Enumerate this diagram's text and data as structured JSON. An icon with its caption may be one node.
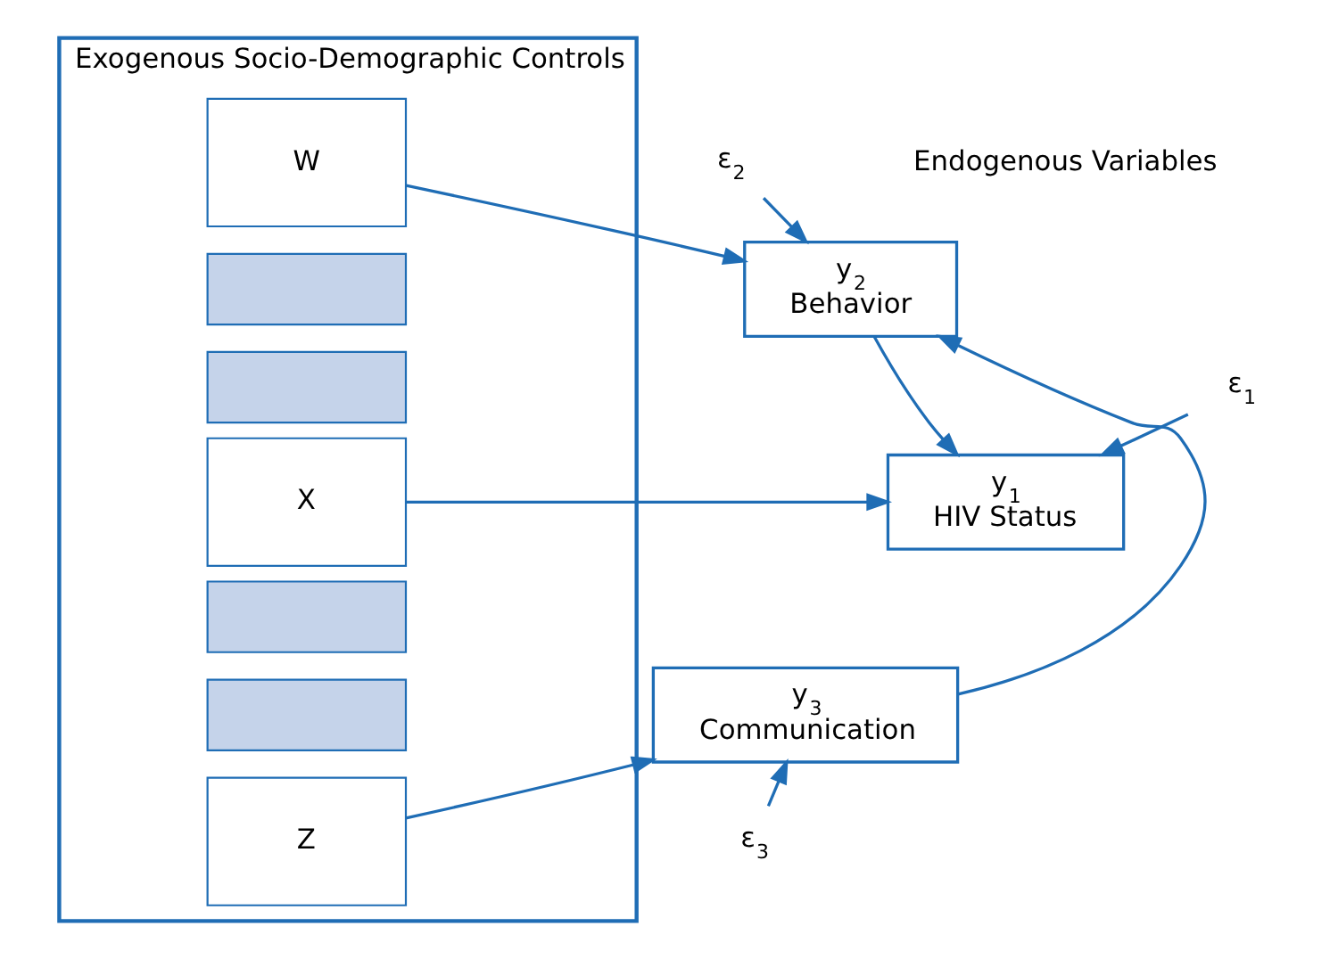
{
  "diagram": {
    "nodes": [
      {
        "text": [
          "Exogenous Socio-Demographic Controls"
        ]
      },
      {
        "text": [
          "W"
        ],
        "in": 0
      },
      {
        "text": [],
        "shape": "bar",
        "in": 0
      },
      {
        "text": [],
        "shape": "bar",
        "in": 0
      },
      {
        "text": [
          "X"
        ],
        "in": 0
      },
      {
        "text": [],
        "shape": "bar",
        "in": 0
      },
      {
        "text": [],
        "shape": "bar",
        "in": 0
      },
      {
        "text": [
          "Z"
        ],
        "in": 0
      },
      {
        "text": [
          "y$_{2}$",
          "Behavior"
        ]
      },
      {
        "text": [
          "y$_{1}$",
          "HIV Status"
        ]
      },
      {
        "text": [
          "y$_{3}$",
          "Communication"
        ]
      },
      {
        "text": [
          "ε$_{2}$"
        ]
      },
      {
        "text": [
          "ε$_{1}$"
        ]
      },
      {
        "text": [
          "ε$_{3}$"
        ]
      }
    ],
    "edges": [
      {
        "from": 1,
        "to": 8,
        "arrow": "to"
      },
      {
        "from": 4,
        "to": 9,
        "arrow": "to"
      },
      {
        "from": 7,
        "to": 10,
        "arrow": "to"
      },
      {
        "from": 10,
        "to": 8,
        "arrow": "to"
      },
      {
        "from": 8,
        "to": 9,
        "arrow": "to"
      },
      {
        "from": 11,
        "to": 8,
        "arrow": "to"
      },
      {
        "from": 12,
        "to": 9,
        "arrow": "to"
      },
      {
        "from": 13,
        "to": 10,
        "arrow": "to"
      }
    ],
    "labels": [
      "Endogenous Variables"
    ]
  }
}
